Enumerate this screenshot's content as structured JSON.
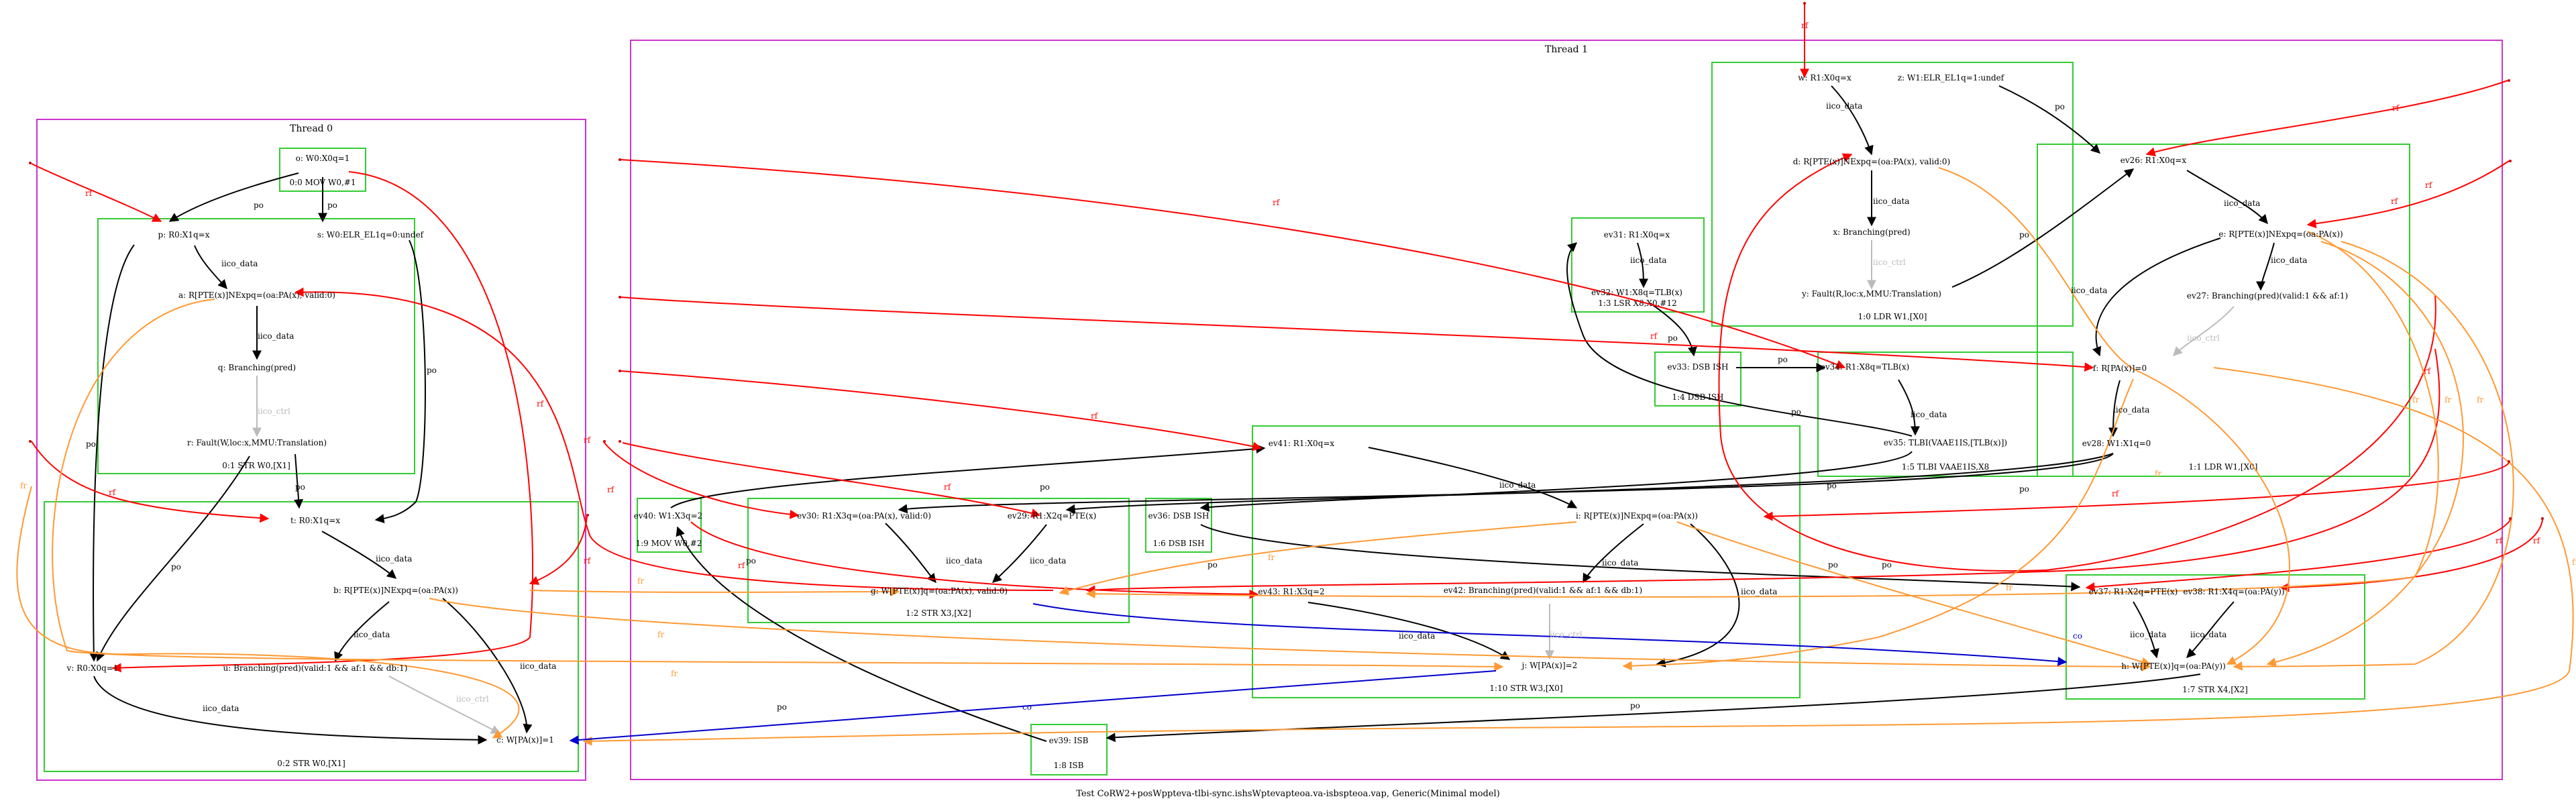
{
  "caption": "Test CoRW2+posWppteva-tlbi-sync.ishsWptevapteoa.va-isbspteoa.vap, Generic(Minimal model)",
  "threads": [
    {
      "id": "thread0",
      "label": "Thread 0"
    },
    {
      "id": "thread1",
      "label": "Thread 1"
    }
  ],
  "instructions": [
    {
      "id": "i_o",
      "label": ""
    },
    {
      "id": "i_s",
      "label": "0:1 STR W0,[X1]"
    },
    {
      "id": "i_t",
      "label": "0:2 STR W0,[X1]"
    },
    {
      "id": "i_ev40",
      "label": "1:9 MOV W0,#2"
    },
    {
      "id": "i_ev30",
      "label": "1:2 STR X3,[X2]"
    },
    {
      "id": "i_ev36",
      "label": "1:6 DSB ISH"
    },
    {
      "id": "i_ev41",
      "label": "1:10 STR W3,[X0]"
    },
    {
      "id": "i_ev39",
      "label": "1:8 ISB"
    },
    {
      "id": "i_ev31",
      "label": "1:3 LSR X8,X0,#12"
    },
    {
      "id": "i_ev33",
      "label": "1:4 DSB ISH"
    },
    {
      "id": "i_ev34",
      "label": "1:5 TLBI VAAE1IS,X8"
    },
    {
      "id": "i_w",
      "label": "1:0 LDR W1,[X0]"
    },
    {
      "id": "i_ev26",
      "label": "1:1 LDR W1,[X0]"
    },
    {
      "id": "i_ev37",
      "label": "1:7 STR X4,[X2]"
    }
  ],
  "nodes": [
    {
      "id": "o",
      "label": "o: W0:X0q=1"
    },
    {
      "id": "o_sub",
      "label": "0:0 MOV W0,#1"
    },
    {
      "id": "p",
      "label": "p: R0:X1q=x"
    },
    {
      "id": "s",
      "label": "s: W0:ELR_EL1q=0:undef"
    },
    {
      "id": "a",
      "label": "a: R[PTE(x)]NExpq=(oa:PA(x), valid:0)"
    },
    {
      "id": "q",
      "label": "q: Branching(pred)"
    },
    {
      "id": "r",
      "label": "r: Fault(W,loc:x,MMU:Translation)"
    },
    {
      "id": "t",
      "label": "t: R0:X1q=x"
    },
    {
      "id": "b",
      "label": "b: R[PTE(x)]NExpq=(oa:PA(x))"
    },
    {
      "id": "u",
      "label": "u: Branching(pred)(valid:1 && af:1 && db:1)"
    },
    {
      "id": "v",
      "label": "v: R0:X0q=1"
    },
    {
      "id": "c",
      "label": "c: W[PA(x)]=1"
    },
    {
      "id": "ev40",
      "label": "ev40: W1:X3q=2"
    },
    {
      "id": "ev30",
      "label": "ev30: R1:X3q=(oa:PA(x), valid:0)"
    },
    {
      "id": "ev29",
      "label": "ev29: R1:X2q=PTE(x)"
    },
    {
      "id": "g",
      "label": "g: W[PTE(x)]q=(oa:PA(x), valid:0)"
    },
    {
      "id": "ev36",
      "label": "ev36: DSB ISH"
    },
    {
      "id": "ev41",
      "label": "ev41: R1:X0q=x"
    },
    {
      "id": "i",
      "label": "i: R[PTE(x)]NExpq=(oa:PA(x))"
    },
    {
      "id": "ev42",
      "label": "ev42: Branching(pred)(valid:1 && af:1 && db:1)"
    },
    {
      "id": "ev43",
      "label": "ev43: R1:X3q=2"
    },
    {
      "id": "j",
      "label": "j: W[PA(x)]=2"
    },
    {
      "id": "ev39",
      "label": "ev39: ISB"
    },
    {
      "id": "ev31",
      "label": "ev31: R1:X0q=x"
    },
    {
      "id": "ev32",
      "label": "ev32: W1:X8q=TLB(x)"
    },
    {
      "id": "ev33",
      "label": "ev33: DSB ISH"
    },
    {
      "id": "ev34",
      "label": "ev34: R1:X8q=TLB(x)"
    },
    {
      "id": "ev35",
      "label": "ev35: TLBI(VAAE1IS,[TLB(x)])"
    },
    {
      "id": "w",
      "label": "w: R1:X0q=x"
    },
    {
      "id": "z",
      "label": "z: W1:ELR_EL1q=1:undef"
    },
    {
      "id": "d",
      "label": "d: R[PTE(x)]NExpq=(oa:PA(x), valid:0)"
    },
    {
      "id": "x",
      "label": "x: Branching(pred)"
    },
    {
      "id": "y",
      "label": "y: Fault(R,loc:x,MMU:Translation)"
    },
    {
      "id": "ev26",
      "label": "ev26: R1:X0q=x"
    },
    {
      "id": "e",
      "label": "e: R[PTE(x)]NExpq=(oa:PA(x))"
    },
    {
      "id": "ev27",
      "label": "ev27: Branching(pred)(valid:1 && af:1)"
    },
    {
      "id": "f",
      "label": "f: R[PA(x)]=0"
    },
    {
      "id": "ev28",
      "label": "ev28: W1:X1q=0"
    },
    {
      "id": "ev37",
      "label": "ev37: R1:X2q=PTE(x)"
    },
    {
      "id": "ev38",
      "label": "ev38: R1:X4q=(oa:PA(y))"
    },
    {
      "id": "h",
      "label": "h: W[PTE(x)]q=(oa:PA(y))"
    }
  ],
  "edge_labels": {
    "po": "po",
    "iico_data": "iico_data",
    "iico_ctrl": "iico_ctrl",
    "rf": "rf",
    "fr": "fr",
    "co": "co"
  },
  "edges": [
    {
      "from": "o",
      "to": "p",
      "kind": "po"
    },
    {
      "from": "o",
      "to": "s",
      "kind": "po"
    },
    {
      "from": "p",
      "to": "a",
      "kind": "iico_data"
    },
    {
      "from": "a",
      "to": "q",
      "kind": "iico_data"
    },
    {
      "from": "q",
      "to": "r",
      "kind": "iico_ctrl"
    },
    {
      "from": "s",
      "to": "t",
      "kind": "po"
    },
    {
      "from": "r",
      "to": "t",
      "kind": "po"
    },
    {
      "from": "p",
      "to": "v",
      "kind": "po"
    },
    {
      "from": "t",
      "to": "b",
      "kind": "iico_data"
    },
    {
      "from": "b",
      "to": "u",
      "kind": "iico_data"
    },
    {
      "from": "b",
      "to": "c",
      "kind": "iico_data"
    },
    {
      "from": "u",
      "to": "c",
      "kind": "iico_ctrl"
    },
    {
      "from": "v",
      "to": "c",
      "kind": "iico_data"
    },
    {
      "from": "o",
      "to": "v",
      "kind": "rf"
    },
    {
      "from": "ev30",
      "to": "g",
      "kind": "iico_data"
    },
    {
      "from": "ev29",
      "to": "g",
      "kind": "iico_data"
    },
    {
      "from": "ev41",
      "to": "i",
      "kind": "iico_data"
    },
    {
      "from": "i",
      "to": "ev42",
      "kind": "iico_data"
    },
    {
      "from": "i",
      "to": "j",
      "kind": "iico_data"
    },
    {
      "from": "ev42",
      "to": "j",
      "kind": "iico_ctrl"
    },
    {
      "from": "ev43",
      "to": "j",
      "kind": "iico_data"
    },
    {
      "from": "ev31",
      "to": "ev32",
      "kind": "iico_data"
    },
    {
      "from": "ev32",
      "to": "ev33",
      "kind": "po"
    },
    {
      "from": "ev33",
      "to": "ev34",
      "kind": "po"
    },
    {
      "from": "ev34",
      "to": "ev35",
      "kind": "iico_data"
    },
    {
      "from": "w",
      "to": "d",
      "kind": "iico_data"
    },
    {
      "from": "d",
      "to": "x",
      "kind": "iico_data"
    },
    {
      "from": "x",
      "to": "y",
      "kind": "iico_ctrl"
    },
    {
      "from": "z",
      "to": "ev26",
      "kind": "po"
    },
    {
      "from": "y",
      "to": "ev26",
      "kind": "po"
    },
    {
      "from": "ev26",
      "to": "e",
      "kind": "iico_data"
    },
    {
      "from": "e",
      "to": "ev27",
      "kind": "iico_data"
    },
    {
      "from": "e",
      "to": "f",
      "kind": "iico_data"
    },
    {
      "from": "ev27",
      "to": "f",
      "kind": "iico_ctrl"
    },
    {
      "from": "f",
      "to": "ev28",
      "kind": "iico_data"
    },
    {
      "from": "ev37",
      "to": "h",
      "kind": "iico_data"
    },
    {
      "from": "ev38",
      "to": "h",
      "kind": "iico_data"
    },
    {
      "from": "g",
      "to": "h",
      "kind": "co"
    },
    {
      "from": "j",
      "to": "c",
      "kind": "co"
    }
  ]
}
